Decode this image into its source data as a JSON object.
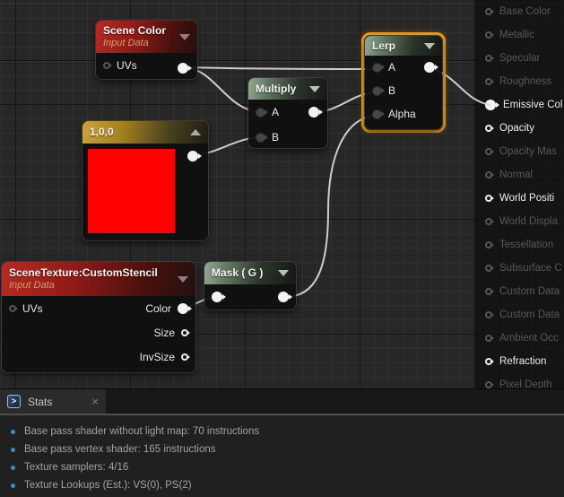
{
  "graph": {
    "nodes": {
      "scene_color": {
        "title": "Scene Color",
        "subtitle": "Input Data",
        "pins": {
          "uvs": "UVs"
        }
      },
      "multiply": {
        "title": "Multiply",
        "pins": {
          "a": "A",
          "b": "B"
        }
      },
      "lerp": {
        "title": "Lerp",
        "selected": true,
        "pins": {
          "a": "A",
          "b": "B",
          "alpha": "Alpha"
        }
      },
      "constant_red": {
        "title": "1,0,0",
        "swatch_color": "#ff0000"
      },
      "scene_texture": {
        "title": "SceneTexture:CustomStencil",
        "subtitle": "Input Data",
        "pins": {
          "uvs": "UVs",
          "color": "Color",
          "size": "Size",
          "invsize": "InvSize"
        }
      },
      "mask": {
        "title": "Mask ( G )"
      }
    },
    "result_pins": [
      {
        "label": "Base Color"
      },
      {
        "label": "Metallic"
      },
      {
        "label": "Specular"
      },
      {
        "label": "Roughness"
      },
      {
        "label": "Emissive Col"
      },
      {
        "label": "Opacity"
      },
      {
        "label": "Opacity Mas"
      },
      {
        "label": "Normal"
      },
      {
        "label": "World Positi"
      },
      {
        "label": "World Displa"
      },
      {
        "label": "Tessellation"
      },
      {
        "label": "Subsurface C"
      },
      {
        "label": "Custom Data"
      },
      {
        "label": "Custom Data"
      },
      {
        "label": "Ambient Occ"
      },
      {
        "label": "Refraction"
      },
      {
        "label": "Pixel Depth"
      }
    ]
  },
  "stats": {
    "tab_label": "Stats",
    "close_label": "×",
    "icon_glyph": ">",
    "lines": [
      "Base pass shader without light map: 70 instructions",
      "Base pass vertex shader: 165 instructions",
      "Texture samplers: 4/16",
      "Texture Lookups (Est.): VS(0), PS(2)"
    ]
  },
  "colors": {
    "selection_orange": "#ef9b13",
    "wire": "#dcdcdc",
    "swatch_red": "#ff0000",
    "bullet_blue": "#3d8dc4",
    "header_red": "#9e1f1c",
    "header_green": "#5f745f",
    "header_yellow": "#b08d1e"
  }
}
